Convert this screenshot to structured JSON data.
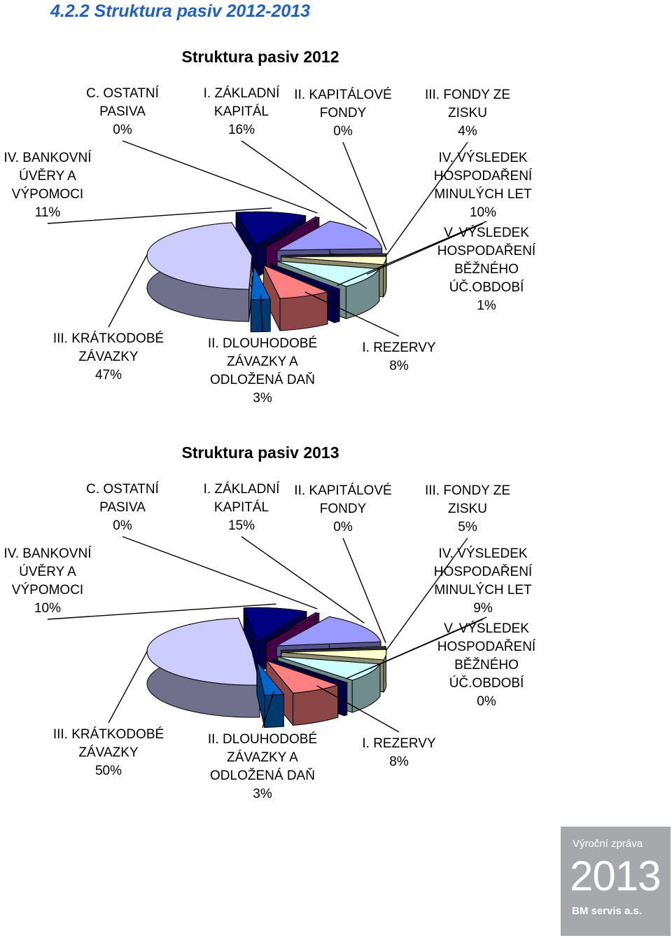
{
  "heading": "4.2.2 Struktura pasiv 2012-2013",
  "colors": {
    "heading": "#1f5fc8",
    "badge": "#a6a8ab"
  },
  "chart_data": [
    {
      "type": "pie",
      "title": "Struktura pasiv 2012",
      "slices": [
        {
          "label": [
            "C. OSTATNÍ",
            "PASIVA"
          ],
          "value_text": "0%",
          "value": 0,
          "color": "#800080"
        },
        {
          "label": [
            "I. ZÁKLADNÍ",
            "KAPITÁL"
          ],
          "value_text": "16%",
          "value": 16,
          "color": "#9999ff"
        },
        {
          "label": [
            "II. KAPITÁLOVÉ",
            "FONDY"
          ],
          "value_text": "0%",
          "value": 0,
          "color": "#808080"
        },
        {
          "label": [
            "III. FONDY ZE",
            "ZISKU"
          ],
          "value_text": "4%",
          "value": 4,
          "color": "#ffffcc"
        },
        {
          "label": [
            "IV. VÝSLEDEK",
            "HOSPODAŘENÍ",
            "MINULÝCH LET"
          ],
          "value_text": "10%",
          "value": 10,
          "color": "#ccffff"
        },
        {
          "label": [
            "V. VÝSLEDEK",
            "HOSPODAŘENÍ",
            "BĚŽNÉHO",
            "ÚČ.OBDOBÍ"
          ],
          "value_text": "1%",
          "value": 1,
          "color": "#000080"
        },
        {
          "label": [
            "I. REZERVY"
          ],
          "value_text": "8%",
          "value": 8,
          "color": "#ff8080"
        },
        {
          "label": [
            "II. DLOUHODOBÉ",
            "ZÁVAZKY A",
            "ODLOŽENÁ DAŇ"
          ],
          "value_text": "3%",
          "value": 3,
          "color": "#0066cc"
        },
        {
          "label": [
            "III. KRÁTKODOBÉ",
            "ZÁVAZKY"
          ],
          "value_text": "47%",
          "value": 47,
          "color": "#ccccff"
        },
        {
          "label": [
            "IV. BANKOVNÍ",
            "ÚVĚRY A",
            "VÝPOMOCI"
          ],
          "value_text": "11%",
          "value": 11,
          "color": "#000080"
        }
      ]
    },
    {
      "type": "pie",
      "title": "Struktura pasiv 2013",
      "slices": [
        {
          "label": [
            "C. OSTATNÍ",
            "PASIVA"
          ],
          "value_text": "0%",
          "value": 0,
          "color": "#800080"
        },
        {
          "label": [
            "I. ZÁKLADNÍ",
            "KAPITÁL"
          ],
          "value_text": "15%",
          "value": 15,
          "color": "#9999ff"
        },
        {
          "label": [
            "II. KAPITÁLOVÉ",
            "FONDY"
          ],
          "value_text": "0%",
          "value": 0,
          "color": "#808080"
        },
        {
          "label": [
            "III. FONDY ZE",
            "ZISKU"
          ],
          "value_text": "5%",
          "value": 5,
          "color": "#ffffcc"
        },
        {
          "label": [
            "IV. VÝSLEDEK",
            "HOSPODAŘENÍ",
            "MINULÝCH LET"
          ],
          "value_text": "9%",
          "value": 9,
          "color": "#ccffff"
        },
        {
          "label": [
            "V. VÝSLEDEK",
            "HOSPODAŘENÍ",
            "BĚŽNÉHO",
            "ÚČ.OBDOBÍ"
          ],
          "value_text": "0%",
          "value": 0,
          "color": "#000080"
        },
        {
          "label": [
            "I. REZERVY"
          ],
          "value_text": "8%",
          "value": 8,
          "color": "#ff8080"
        },
        {
          "label": [
            "II. DLOUHODOBÉ",
            "ZÁVAZKY A",
            "ODLOŽENÁ DAŇ"
          ],
          "value_text": "3%",
          "value": 3,
          "color": "#0066cc"
        },
        {
          "label": [
            "III. KRÁTKODOBÉ",
            "ZÁVAZKY"
          ],
          "value_text": "50%",
          "value": 50,
          "color": "#ccccff"
        },
        {
          "label": [
            "IV. BANKOVNÍ",
            "ÚVĚRY A",
            "VÝPOMOCI"
          ],
          "value_text": "10%",
          "value": 10,
          "color": "#000080"
        }
      ]
    }
  ],
  "badge": {
    "caption": "Výroční zpráva",
    "year": "2013",
    "company": "BM servis a.s."
  }
}
